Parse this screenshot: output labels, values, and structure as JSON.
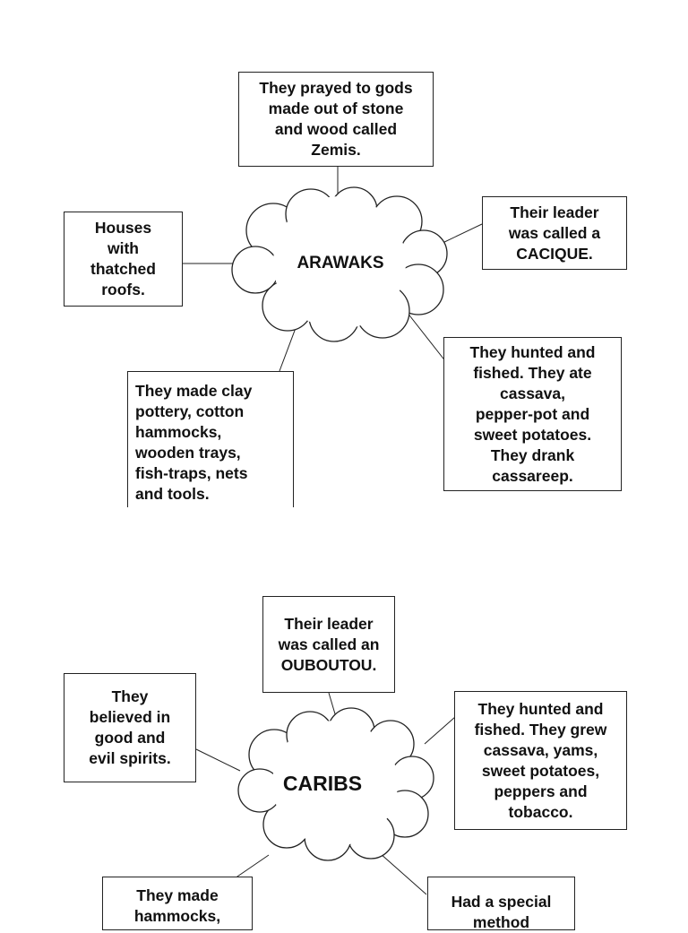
{
  "arawaks": {
    "title": "ARAWAKS",
    "boxes": {
      "gods": [
        "They prayed to gods",
        "made out of stone",
        "and wood called",
        "Zemis."
      ],
      "leader": [
        "Their leader",
        "was called a",
        "CACIQUE."
      ],
      "houses": [
        "Houses",
        "with",
        "thatched",
        "roofs."
      ],
      "food": [
        "They hunted and",
        "fished. They ate",
        "cassava,",
        "pepper-pot and",
        "sweet potatoes.",
        "They drank",
        "cassareep."
      ],
      "crafts": [
        "They made clay",
        "pottery, cotton",
        "hammocks,",
        "wooden trays,",
        "fish-traps, nets",
        "and tools."
      ]
    }
  },
  "caribs": {
    "title": "CARIBS",
    "boxes": {
      "leader": [
        "Their leader",
        "was called an",
        "OUBOUTOU."
      ],
      "spirits": [
        "They",
        "believed in",
        "good and",
        "evil spirits."
      ],
      "food": [
        "They hunted and",
        "fished. They grew",
        "cassava, yams,",
        "sweet potatoes,",
        "peppers and",
        "tobacco."
      ],
      "crafts": [
        "They made",
        "hammocks,"
      ],
      "special": [
        "Had a special",
        "method"
      ]
    }
  }
}
